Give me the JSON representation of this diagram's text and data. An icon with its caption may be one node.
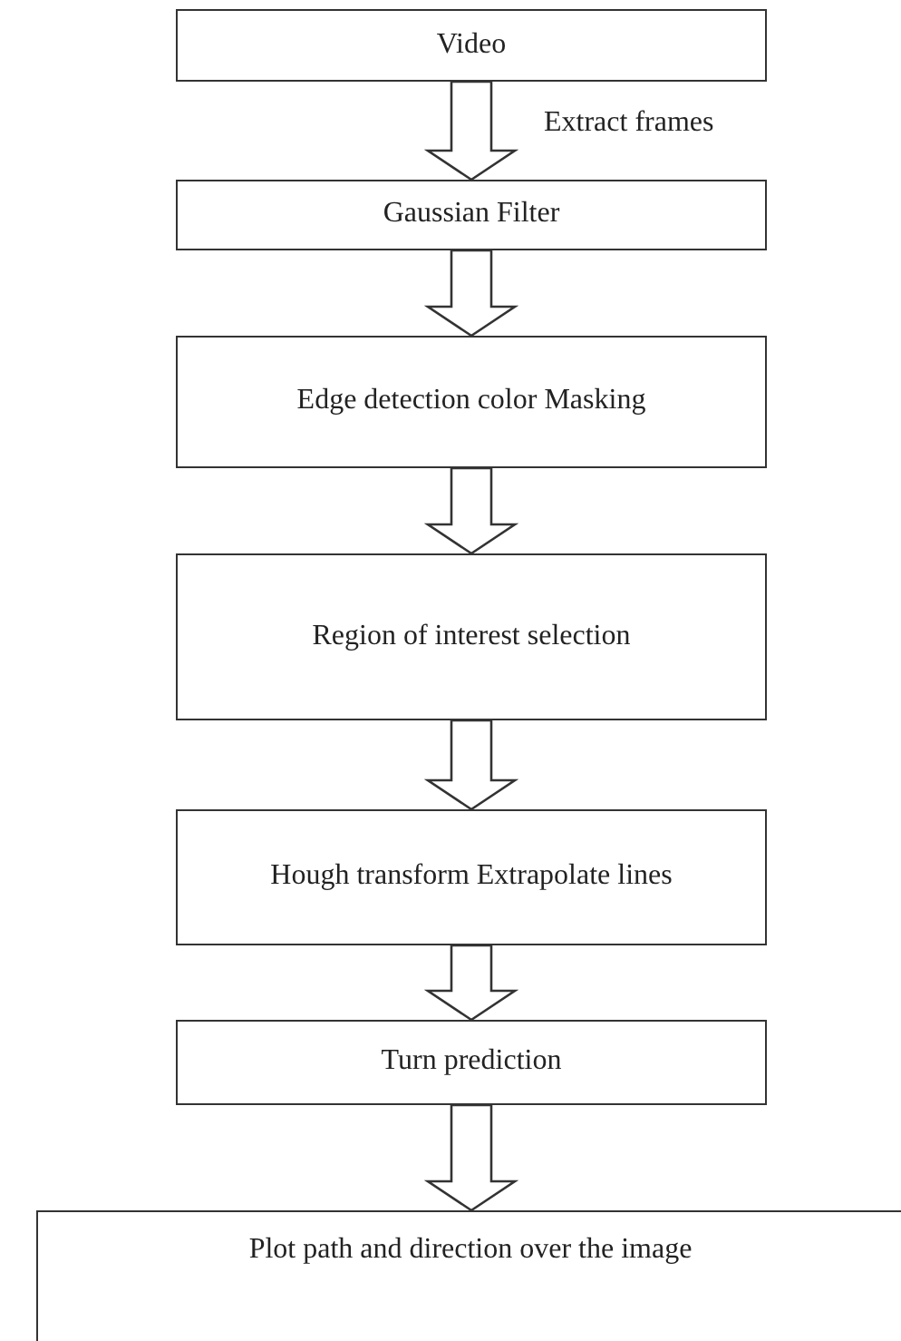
{
  "diagram": {
    "nodes": [
      {
        "text": [
          "Video"
        ]
      },
      {
        "text": [
          "Gaussian Filter"
        ]
      },
      {
        "text": [
          "Edge detection color Masking"
        ]
      },
      {
        "text": [
          "Region of interest selection"
        ]
      },
      {
        "text": [
          "Hough transform Extrapolate lines"
        ]
      },
      {
        "text": [
          "Turn prediction"
        ]
      },
      {
        "text": [
          "Plot path and direction over the image"
        ]
      }
    ],
    "edges": [
      {
        "from": 0,
        "to": 1,
        "arrow": "to",
        "label": "Extract frames"
      },
      {
        "from": 1,
        "to": 2,
        "arrow": "to"
      },
      {
        "from": 2,
        "to": 3,
        "arrow": "to"
      },
      {
        "from": 3,
        "to": 4,
        "arrow": "to"
      },
      {
        "from": 4,
        "to": 5,
        "arrow": "to"
      },
      {
        "from": 5,
        "to": 6,
        "arrow": "to"
      }
    ]
  }
}
